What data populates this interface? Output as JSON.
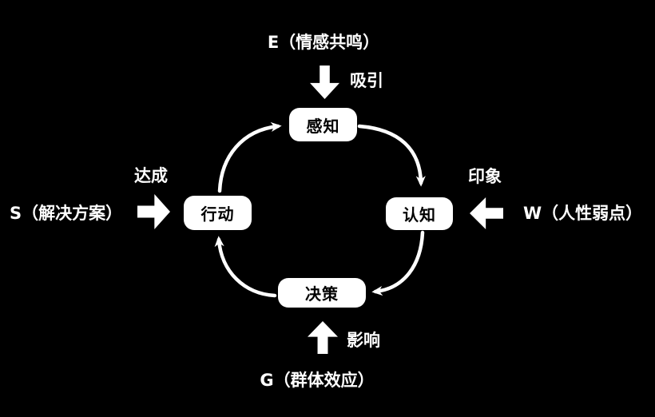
{
  "diagram": {
    "colors": {
      "background": "#000000",
      "node_fill": "#ffffff",
      "node_text": "#000000",
      "label_text": "#ffffff",
      "arrow_fill": "#ffffff"
    },
    "cycle_nodes": [
      {
        "id": "perceive",
        "label": "感知"
      },
      {
        "id": "cognize",
        "label": "认知"
      },
      {
        "id": "decide",
        "label": "决策"
      },
      {
        "id": "act",
        "label": "行动"
      }
    ],
    "cycle_flow": [
      "行动 → 感知",
      "感知 → 认知",
      "认知 → 决策",
      "决策 → 行动"
    ],
    "external_factors": {
      "top": {
        "title": "E（情感共鸣）",
        "arrow_label": "吸引",
        "arrow_direction": "down"
      },
      "right": {
        "title": "W（人性弱点）",
        "arrow_label": "印象",
        "arrow_direction": "left"
      },
      "bottom": {
        "title": "G（群体效应）",
        "arrow_label": "影响",
        "arrow_direction": "up"
      },
      "left": {
        "title": "S（解决方案）",
        "arrow_label": "达成",
        "arrow_direction": "right"
      }
    }
  }
}
